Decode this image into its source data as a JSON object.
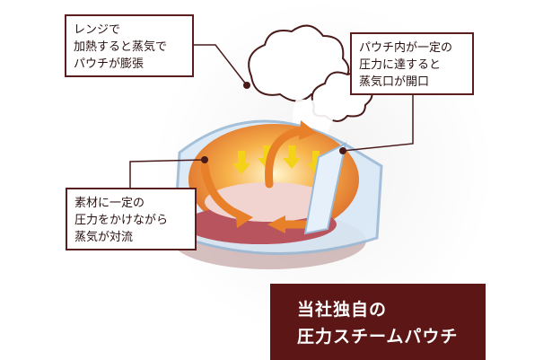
{
  "callouts": {
    "expand": {
      "line1": "レンジで",
      "line2": "加熱すると蒸気で",
      "line3": "パウチが膨張"
    },
    "vent": {
      "line1": "パウチ内が一定の",
      "line2": "圧力に達すると",
      "line3": "蒸気口が開口"
    },
    "convect": {
      "line1": "素材に一定の",
      "line2": "圧力をかけながら",
      "line3": "蒸気が対流"
    }
  },
  "badge": {
    "line1": "当社独自の",
    "line2": "圧力スチームパウチ"
  },
  "colors": {
    "accent": "#5c1616",
    "callout_border": "#5a1e1e",
    "arrow_orange": "#e8802a",
    "arrow_yellow": "#f4d21a",
    "pouch_blue": "#cfe3f5",
    "meat": "#b8545e"
  },
  "icons": [
    "steam-cloud-icon",
    "heat-arrow-icon",
    "callout-dot-icon"
  ]
}
